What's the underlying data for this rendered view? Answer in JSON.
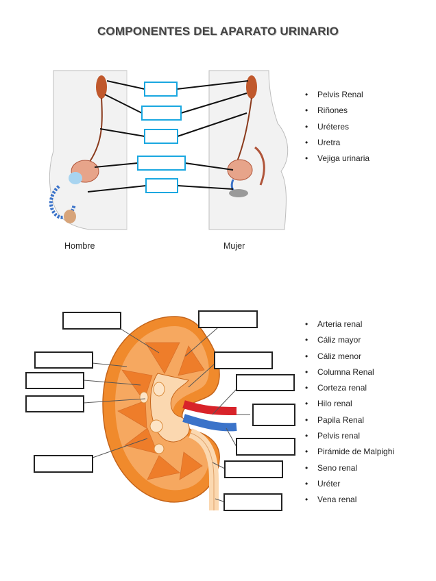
{
  "title": "COMPONENTES DEL APARATO URINARIO",
  "figure1": {
    "caption_left": "Hombre",
    "caption_right": "Mujer",
    "legend": [
      "Pelvis Renal",
      "Riñones",
      "Uréteres",
      "Uretra",
      "Vejiga urinaria"
    ]
  },
  "figure2": {
    "legend": [
      "Arteria renal",
      "Cáliz mayor",
      "Cáliz menor",
      "Columna Renal",
      "Corteza renal",
      "Hilo renal",
      "Papila Renal",
      "Pelvis renal",
      "Pirámide de Malpighi",
      "Seno renal",
      "Uréter",
      "Vena renal"
    ]
  },
  "colors": {
    "answer_box_top": "#19a7e0",
    "answer_box_bottom": "#222222",
    "kidney_cortex": "#f08a2c",
    "artery": "#d8232a",
    "vein": "#3b73c9"
  }
}
